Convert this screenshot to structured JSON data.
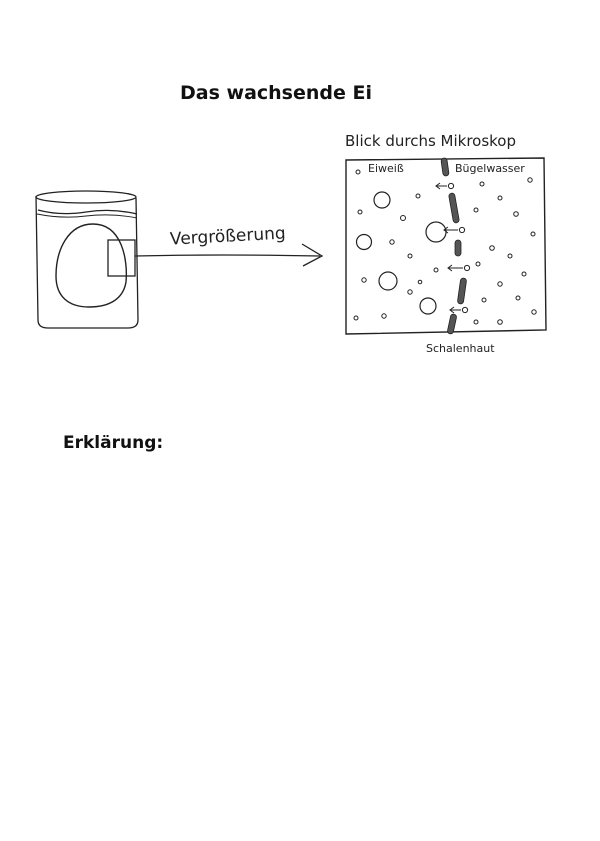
{
  "title": "Das wachsende Ei",
  "labels": {
    "vergroesserung": "Vergrößerung",
    "microscope_view": "Blick durchs Mikroskop",
    "eiweiss": "Eiweiß",
    "buegelwasser": "Bügelwasser",
    "schalenhaut": "Schalenhaut"
  },
  "section": {
    "erklaerung": "Erklärung:"
  },
  "colors": {
    "ink": "#222222",
    "membrane_fill": "#555555",
    "paper": "#ffffff"
  }
}
